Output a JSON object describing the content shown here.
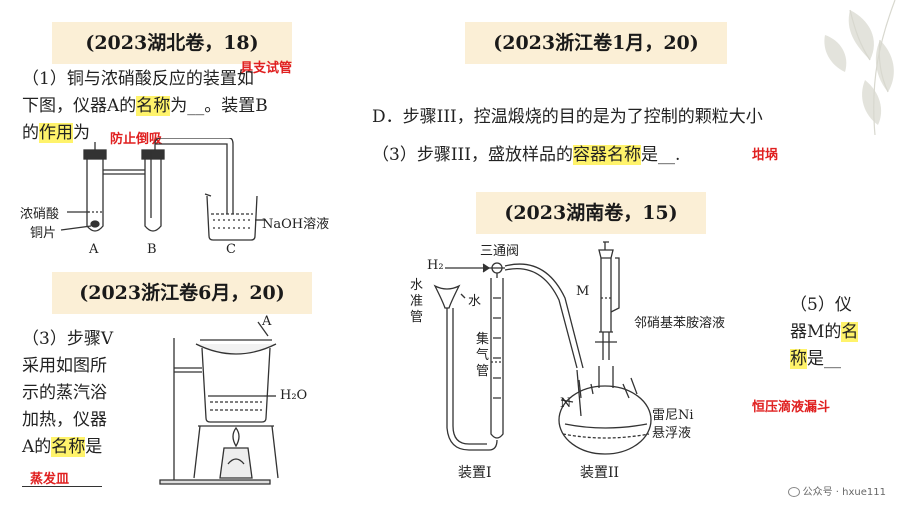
{
  "headers": {
    "hubei": "(2023湖北卷，18)",
    "zj_jan": "(2023浙江卷1月，20)",
    "zj_jun": "(2023浙江卷6月，20)",
    "hunan": "(2023湖南卷，15)"
  },
  "hubei": {
    "line1": "（1）铜与浓硝酸反应的装置如",
    "line2a": "下图，仪器A的",
    "line2_hl": "名称",
    "line2b": "为__。装置B",
    "line3a": "的",
    "line3_hl": "作用",
    "line3b": "为",
    "answer_name": "具支试管",
    "answer_role": "防止倒吸",
    "labels": {
      "acid": "浓硝酸",
      "copper": "铜片",
      "a": "A",
      "b": "B",
      "c": "C",
      "naoh": "NaOH溶液"
    }
  },
  "zj_jan": {
    "lineD": "D．步骤III，控温煅烧的目的是为了控制的颗粒大小",
    "line3a": "（3）步骤III，盛放样品的",
    "line3_hl": "容器名称",
    "line3b": "是__.",
    "answer": "坩埚"
  },
  "zj_jun": {
    "lines": [
      "（3）步骤V",
      "采用如图所",
      "示的蒸汽浴",
      "加热，仪器"
    ],
    "line5a": "A的",
    "line5_hl": "名称",
    "line5b": "是",
    "answer": "蒸发皿",
    "labels": {
      "a": "A",
      "water": "H₂O"
    }
  },
  "hunan": {
    "labels": {
      "h2": "H₂",
      "valve": "三通阀",
      "level": "水准管",
      "water": "水",
      "gas": "集气管",
      "m": "M",
      "reagent": "邻硝基苯胺溶液",
      "n": "N",
      "raney1": "雷尼Ni",
      "raney2": "悬浮液",
      "dev1": "装置I",
      "dev2": "装置II"
    },
    "q5_line1": "（5）仪",
    "q5_line2a": "器M的",
    "q5_line2_hl": "名",
    "q5_line3_hl": "称",
    "q5_line3b": "是__",
    "answer": "恒压滴液漏斗"
  },
  "footer": "公众号 · hxue111"
}
